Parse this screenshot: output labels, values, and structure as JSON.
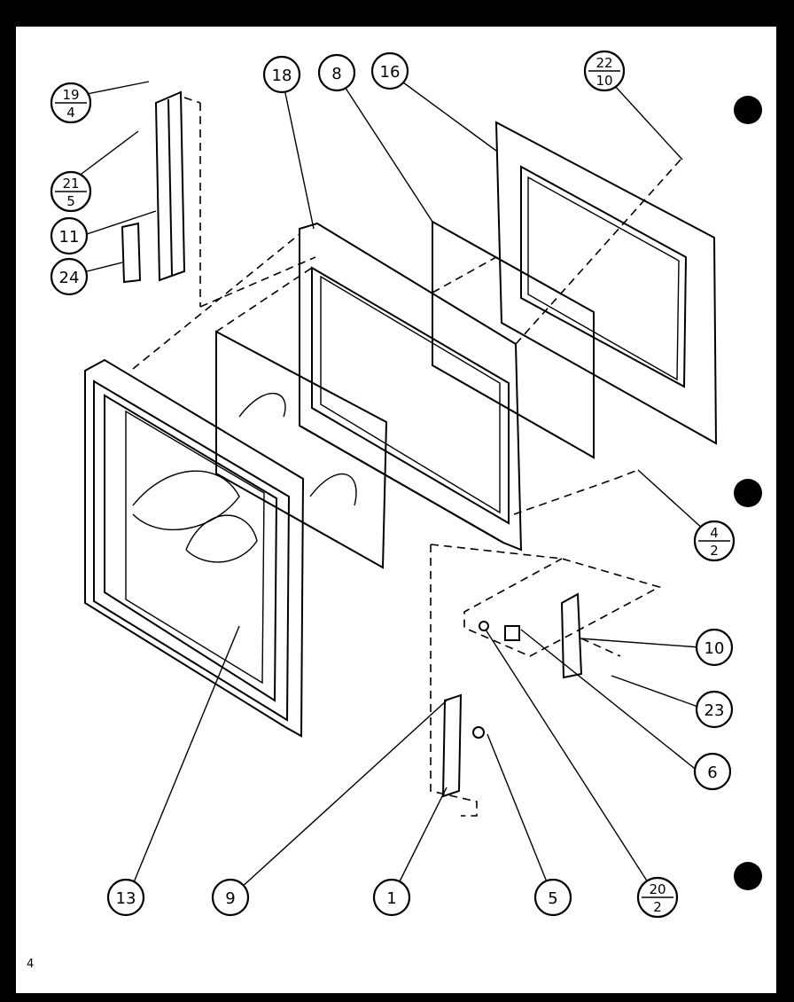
{
  "diagram": {
    "page_number": "4",
    "callouts": [
      {
        "id": "c13",
        "label": "13"
      },
      {
        "id": "c9",
        "label": "9"
      },
      {
        "id": "c1",
        "label": "1"
      },
      {
        "id": "c5",
        "label": "5"
      },
      {
        "id": "c20",
        "top": "20",
        "bottom": "2"
      },
      {
        "id": "c6",
        "label": "6"
      },
      {
        "id": "c23",
        "label": "23"
      },
      {
        "id": "c10",
        "label": "10"
      },
      {
        "id": "c4",
        "top": "4",
        "bottom": "2"
      },
      {
        "id": "c18",
        "label": "18"
      },
      {
        "id": "c8",
        "label": "8"
      },
      {
        "id": "c16",
        "label": "16"
      },
      {
        "id": "c22",
        "top": "22",
        "bottom": "10"
      },
      {
        "id": "c19",
        "top": "19",
        "bottom": "4"
      },
      {
        "id": "c21",
        "top": "21",
        "bottom": "5"
      },
      {
        "id": "c11",
        "label": "11"
      },
      {
        "id": "c24",
        "label": "24"
      }
    ]
  }
}
